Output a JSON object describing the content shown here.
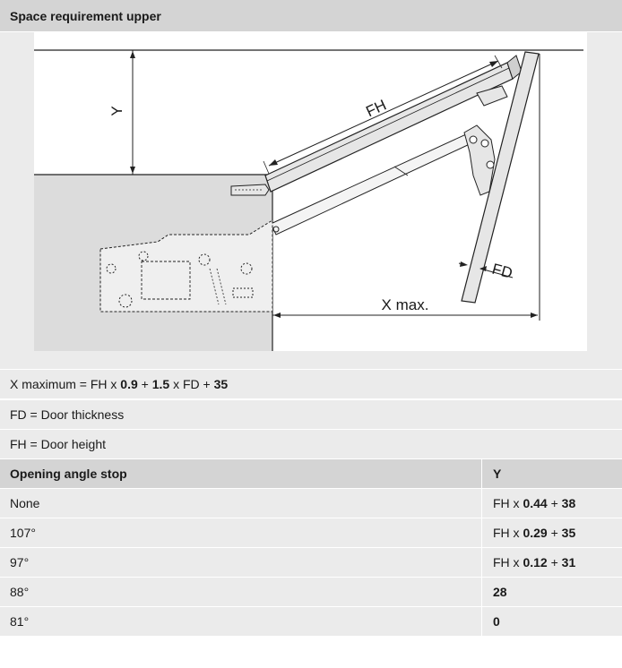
{
  "header": {
    "title": "Space requirement upper"
  },
  "figure": {
    "labels": {
      "y": "Y",
      "fh": "FH",
      "fd": "FD",
      "xmax": "X max."
    }
  },
  "formula": {
    "parts": [
      "X maximum = FH x ",
      "0.9",
      " + ",
      "1.5",
      " x FD + ",
      "35"
    ]
  },
  "definitions": [
    "FD = Door thickness",
    "FH = Door height"
  ],
  "table": {
    "headers": [
      "Opening angle stop",
      "Y"
    ],
    "rows": [
      {
        "angle": "None",
        "y_parts": [
          "FH x ",
          "0.44",
          " + ",
          "38"
        ]
      },
      {
        "angle": "107°",
        "y_parts": [
          "FH x ",
          "0.29",
          " + ",
          "35"
        ]
      },
      {
        "angle": "97°",
        "y_parts": [
          "FH x ",
          "0.12",
          " + ",
          "31"
        ]
      },
      {
        "angle": "88°",
        "y_parts": [
          "",
          "28",
          "",
          ""
        ]
      },
      {
        "angle": "81°",
        "y_parts": [
          "",
          "0",
          "",
          ""
        ]
      }
    ]
  }
}
